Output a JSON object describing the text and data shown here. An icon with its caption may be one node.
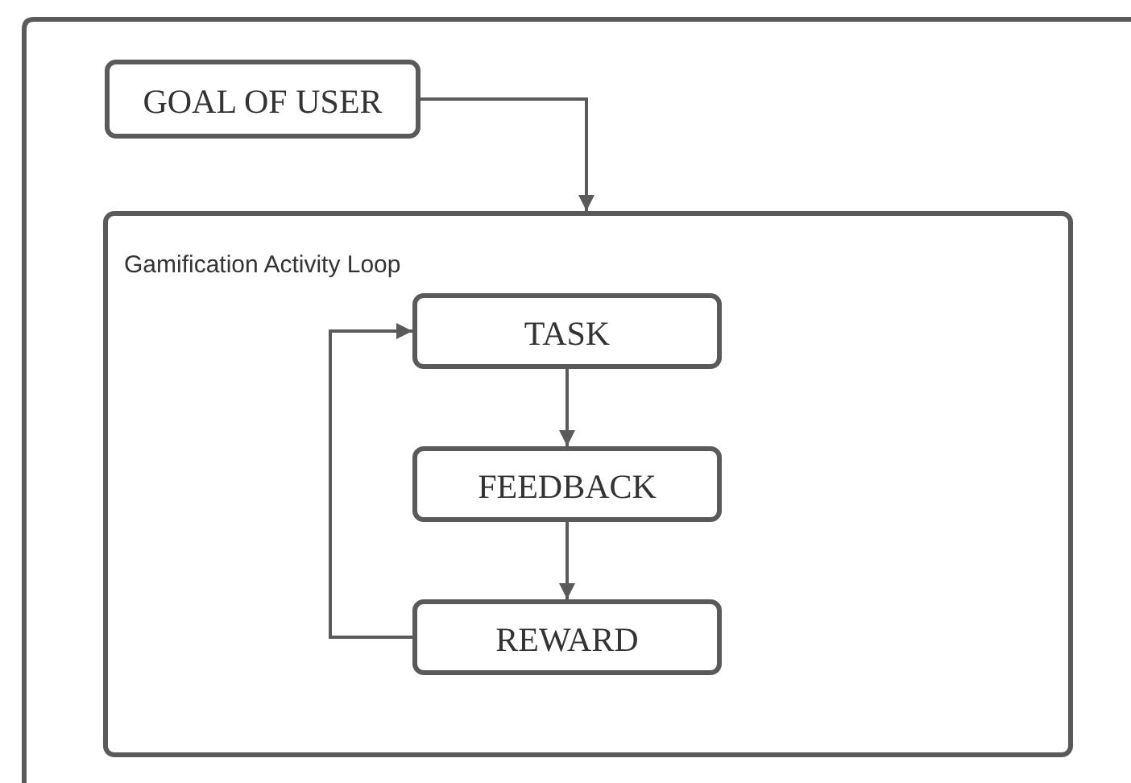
{
  "diagram": {
    "nodes": [
      {
        "text": [
          "GOAL OF USER"
        ]
      },
      {
        "text": [
          "Gamification Activity Loop"
        ]
      },
      {
        "text": [
          "TASK"
        ],
        "in": 1
      },
      {
        "text": [
          "FEEDBACK"
        ],
        "in": 1
      },
      {
        "text": [
          "REWARD"
        ],
        "in": 1
      }
    ],
    "edges": [
      {
        "from": 0,
        "to": 1,
        "arrow": "to"
      },
      {
        "from": 2,
        "to": 3,
        "arrow": "to"
      },
      {
        "from": 3,
        "to": 4,
        "arrow": "to"
      },
      {
        "from": 4,
        "to": 2,
        "arrow": "to"
      }
    ]
  }
}
